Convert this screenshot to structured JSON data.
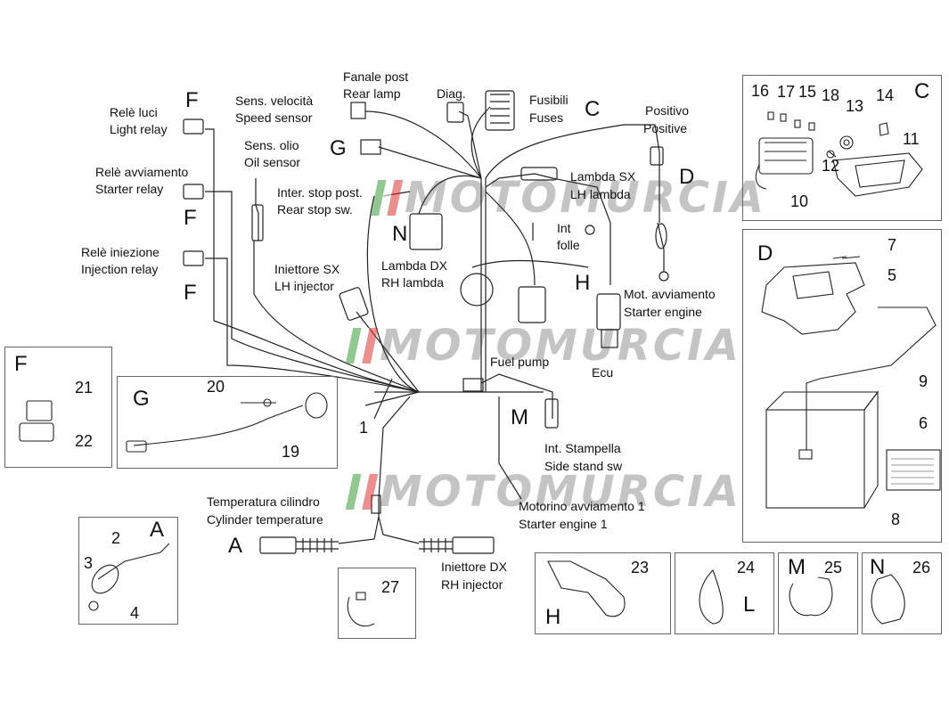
{
  "watermark": {
    "text": "MOTOMURCIA"
  },
  "labels": {
    "fanale_it": "Fanale post",
    "fanale_en": "Rear lamp",
    "diag": "Diag.",
    "fusibili_it": "Fusibili",
    "fusibili_en": "Fuses",
    "fusibili_letter": "C",
    "positivo_it": "Positivo",
    "positivo_en": "Positive",
    "positivo_letter": "D",
    "sens_vel_it": "Sens. velocità",
    "sens_vel_en": "Speed sensor",
    "sens_vel_letter": "G",
    "rele_luci_it": "Relè luci",
    "rele_luci_en": "Light relay",
    "rele_luci_letter": "F",
    "sens_olio_it": "Sens. olio",
    "sens_olio_en": "Oil sensor",
    "rele_avv_it": "Relè avviamento",
    "rele_avv_en": "Starter relay",
    "rele_avv_letter": "F",
    "inter_stop_it": "Inter. stop post.",
    "inter_stop_en": "Rear stop sw.",
    "lambda_sx_it": "Lambda SX",
    "lambda_sx_en": "LH lambda",
    "int_folle_1": "Int",
    "int_folle_2": "folle",
    "n_letter": "N",
    "rele_inj_it": "Relè iniezione",
    "rele_inj_en": "Injection relay",
    "rele_inj_letter": "F",
    "lambda_dx_it": "Lambda DX",
    "lambda_dx_en": "RH lambda",
    "h_letter": "H",
    "mot_avv_it": "Mot. avviamento",
    "mot_avv_en": "Starter engine",
    "inj_sx_it": "Iniettore SX",
    "inj_sx_en": "LH injector",
    "fuel_pump": "Fuel pump",
    "ecu": "Ecu",
    "m_letter": "M",
    "int_stamp_it": "Int. Stampella",
    "int_stamp_en": "Side stand sw",
    "temp_it": "Temperatura cilindro",
    "temp_en": "Cylinder temperature",
    "a_letter": "A",
    "motorino_it": "Motorino avviamento 1",
    "motorino_en": "Starter engine 1",
    "inj_dx_it": "Iniettore DX",
    "inj_dx_en": "RH injector"
  },
  "part_numbers": {
    "n1": "1",
    "n2": "2",
    "n3": "3",
    "n4": "4",
    "n5": "5",
    "n6": "6",
    "n7": "7",
    "n8": "8",
    "n9": "9",
    "n10": "10",
    "n11": "11",
    "n12": "12",
    "n13": "13",
    "n14": "14",
    "n15": "15",
    "n16": "16",
    "n17": "17",
    "n18": "18",
    "n19": "19",
    "n20": "20",
    "n21": "21",
    "n22": "22",
    "n23": "23",
    "n24": "24",
    "n25": "25",
    "n26": "26",
    "n27": "27"
  },
  "boxes": {
    "c_title": "C",
    "d_title": "D",
    "f_title": "F",
    "g_title": "G",
    "a_title": "A",
    "h_title": "H",
    "l_title": "L",
    "m_title": "M",
    "n_title": "N"
  }
}
